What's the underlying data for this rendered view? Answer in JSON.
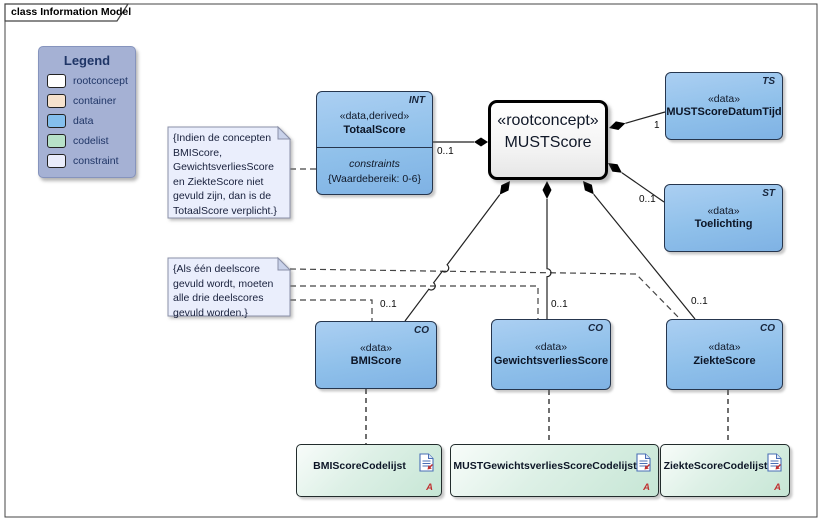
{
  "frame": {
    "title": "class Information Model"
  },
  "legend": {
    "title": "Legend",
    "items": [
      {
        "label": "rootconcept",
        "color": "#ffffff"
      },
      {
        "label": "container",
        "color": "#f6e2cd"
      },
      {
        "label": "data",
        "color": "#84bfed"
      },
      {
        "label": "codelist",
        "color": "#b7e1c8"
      },
      {
        "label": "constraint",
        "color": "#e9ecfb"
      }
    ]
  },
  "classes": {
    "mustscore": {
      "stereotype": "«rootconcept»",
      "name": "MUSTScore"
    },
    "totaalscore": {
      "tag": "INT",
      "stereotype": "«data,derived»",
      "name": "TotaalScore",
      "compartment": "constraints",
      "constraint": "{Waardebereik: 0-6}",
      "multiplicity": "0..1"
    },
    "mustscoredatumtijd": {
      "tag": "TS",
      "stereotype": "«data»",
      "name": "MUSTScoreDatumTijd",
      "multiplicity": "1"
    },
    "toelichting": {
      "tag": "ST",
      "stereotype": "«data»",
      "name": "Toelichting",
      "multiplicity": "0..1"
    },
    "bmiscore": {
      "tag": "CO",
      "stereotype": "«data»",
      "name": "BMIScore",
      "multiplicity": "0..1"
    },
    "gewichtsverliesscore": {
      "tag": "CO",
      "stereotype": "«data»",
      "name": "GewichtsverliesScore",
      "multiplicity": "0..1"
    },
    "ziektescore": {
      "tag": "CO",
      "stereotype": "«data»",
      "name": "ZiekteScore",
      "multiplicity": "0..1"
    }
  },
  "codelists": [
    {
      "name": "BMIScoreCodelijst",
      "marker": "A"
    },
    {
      "name": "MUSTGewichtsverliesScoreCodelijst",
      "marker": "A"
    },
    {
      "name": "ZiekteScoreCodelijst",
      "marker": "A"
    }
  ],
  "notes": [
    {
      "text": "{Indien de concepten BMIScore, GewichtsverliesScore en ZiekteScore niet gevuld zijn, dan is de TotaalScore verplicht.}"
    },
    {
      "text": "{Als één deelscore gevuld wordt, moeten alle drie deelscores gevuld worden.}"
    }
  ],
  "colors": {
    "data_fill": "#8cc0ea",
    "rootconcept_fill": "#ffffff",
    "codelist_fill": "#cfe9db",
    "constraint_fill": "#eaeefc",
    "container_fill": "#f6e2cd",
    "legend_bg": "#a5b1d4",
    "marker": "#c03030"
  }
}
